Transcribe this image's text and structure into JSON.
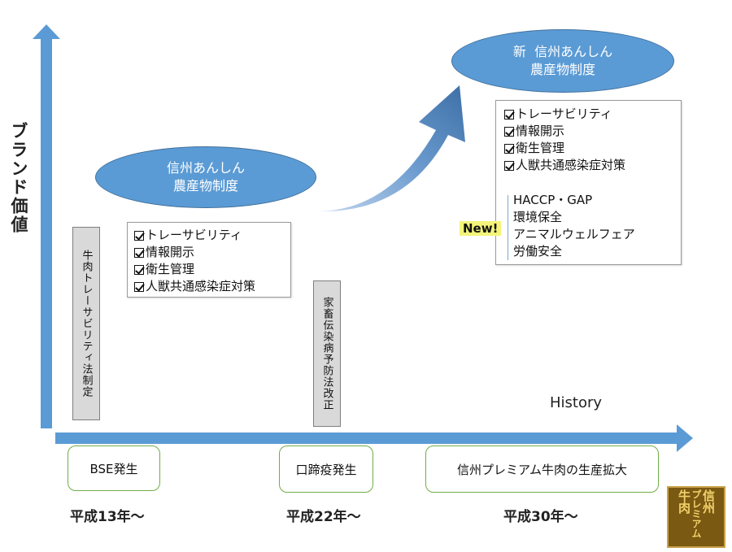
{
  "y_axis_label": "ブランド価値",
  "x_axis_label": "History",
  "ellipses": {
    "current": [
      "信州あんしん",
      "農産物制度"
    ],
    "new": [
      "新  信州あんしん",
      "農産物制度"
    ]
  },
  "checklist_base": [
    "トレーサビリティ",
    "情報開示",
    "衛生管理",
    "人獣共通感染症対策"
  ],
  "checklist_new": [
    "トレーサビリティ",
    "情報開示",
    "衛生管理",
    "人獣共通感染症対策"
  ],
  "new_tag": "New!",
  "new_items": [
    "HACCP・GAP",
    "環境保全",
    "アニマルウェルフェア",
    "労働安全"
  ],
  "laws": {
    "beef": "牛肉トレーサビリティ法制定",
    "livestock": "家畜伝染病予防法改正"
  },
  "events": [
    "BSE発生",
    "口蹄疫発生",
    "信州プレミアム牛肉の生産拡大"
  ],
  "eras": [
    "平成13年〜",
    "平成22年〜",
    "平成30年〜"
  ],
  "logo_text": [
    "信州",
    "プレミアム",
    "牛肉"
  ],
  "colors": {
    "axis": "#5b9bd5",
    "ellipse": "#5b9bd5",
    "event_border": "#70ad47",
    "new_highlight": "#f4f47a",
    "logo_bg": "#7a5a12"
  }
}
